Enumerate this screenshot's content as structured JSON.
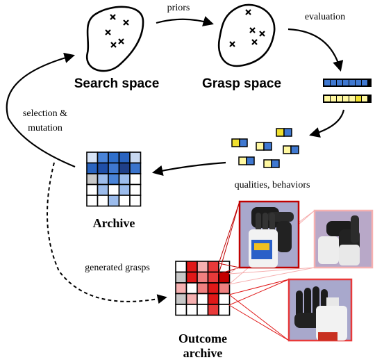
{
  "labels": {
    "priors": "priors",
    "evaluation": "evaluation",
    "search_space": "Search space",
    "grasp_space": "Grasp space",
    "selection_line1": "selection &",
    "selection_line2": "mutation",
    "qualities_behaviors": "qualities, behaviors",
    "archive": "Archive",
    "generated_grasps": "generated grasps",
    "outcome_line1": "Outcome",
    "outcome_line2": "archive"
  },
  "colors": {
    "blue_dark": "#1f4fa8",
    "blue_mid": "#3f78d0",
    "blue_light": "#9cbcec",
    "red_dark": "#c40000",
    "red_mid": "#e83a3a",
    "red_light": "#f6b0b0",
    "yellow": "#f0e030",
    "grey_cell": "#c8c8c8",
    "photo_bg": "#a8a8cc"
  },
  "archive_grid": [
    [
      "#d8e4f6",
      "#4a84d8",
      "#3070cc",
      "#2a64c0",
      "#c8d8f0"
    ],
    [
      "#2a64c0",
      "#1f4fa8",
      "#3f78d0",
      "#1f3f88",
      "#3a74cc"
    ],
    [
      "#c8c8c8",
      "#9cbcec",
      "#4a84d8",
      "#9cbcec",
      "#ffffff"
    ],
    [
      "#ffffff",
      "#9cbcec",
      "#ffffff",
      "#9cbcec",
      "#ffffff"
    ],
    [
      "#ffffff",
      "#ffffff",
      "#9cbcec",
      "#ffffff",
      "#ffffff"
    ]
  ],
  "outcome_grid": [
    [
      "#ffffff",
      "#e01818",
      "#f6b0b0",
      "#e83a3a",
      "#ffffff"
    ],
    [
      "#c8c8c8",
      "#e01818",
      "#f08080",
      "#e83a3a",
      "#c40000"
    ],
    [
      "#f6b0b0",
      "#ffffff",
      "#f08080",
      "#e01818",
      "#f08080"
    ],
    [
      "#c8c8c8",
      "#f6b0b0",
      "#ffffff",
      "#e01818",
      "#ffffff"
    ],
    [
      "#ffffff",
      "#ffffff",
      "#ffffff",
      "#e83a3a",
      "#ffffff"
    ]
  ]
}
